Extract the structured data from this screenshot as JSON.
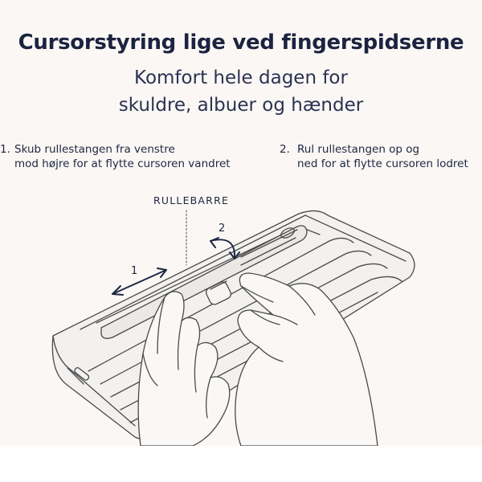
{
  "header": {
    "title": "Cursorstyring lige ved fingerspidserne",
    "subtitle_line1": "Komfort hele dagen for",
    "subtitle_line2": "skuldre, albuer og hænder"
  },
  "steps": [
    {
      "number": "1.",
      "line1": "Skub rullestangen fra venstre",
      "line2": "mod højre for at flytte cursoren vandret"
    },
    {
      "number": "2.",
      "line1": "Rul rullestangen op og",
      "line2": "ned for at flytte cursoren lodret"
    }
  ],
  "illustration": {
    "label": "RULLEBARRE",
    "arrow1_label": "1",
    "arrow2_label": "2"
  },
  "colors": {
    "background": "#faf7f4",
    "text": "#1b2340",
    "line_art": "#4a4a4a"
  }
}
